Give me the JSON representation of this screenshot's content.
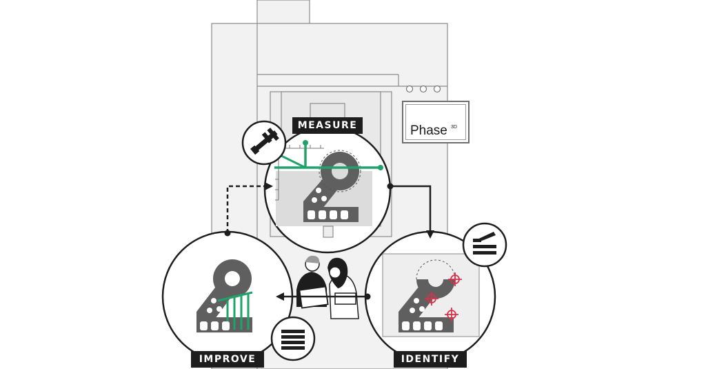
{
  "labels": {
    "measure": "MEASURE",
    "identify": "IDENTIFY",
    "improve": "IMPROVE"
  },
  "brand": {
    "name": "Phase",
    "superscript": "3D"
  },
  "colors": {
    "accent_green": "#1fa36a",
    "defect_red": "#d8324b",
    "part_gray": "#5f5f5f",
    "dark": "#1d1d1d",
    "machine_fill": "#f1f1f1"
  },
  "icons": {
    "measure": "caliper-icon",
    "identify": "layer-slice-icon",
    "improve": "stacked-lines-icon"
  }
}
